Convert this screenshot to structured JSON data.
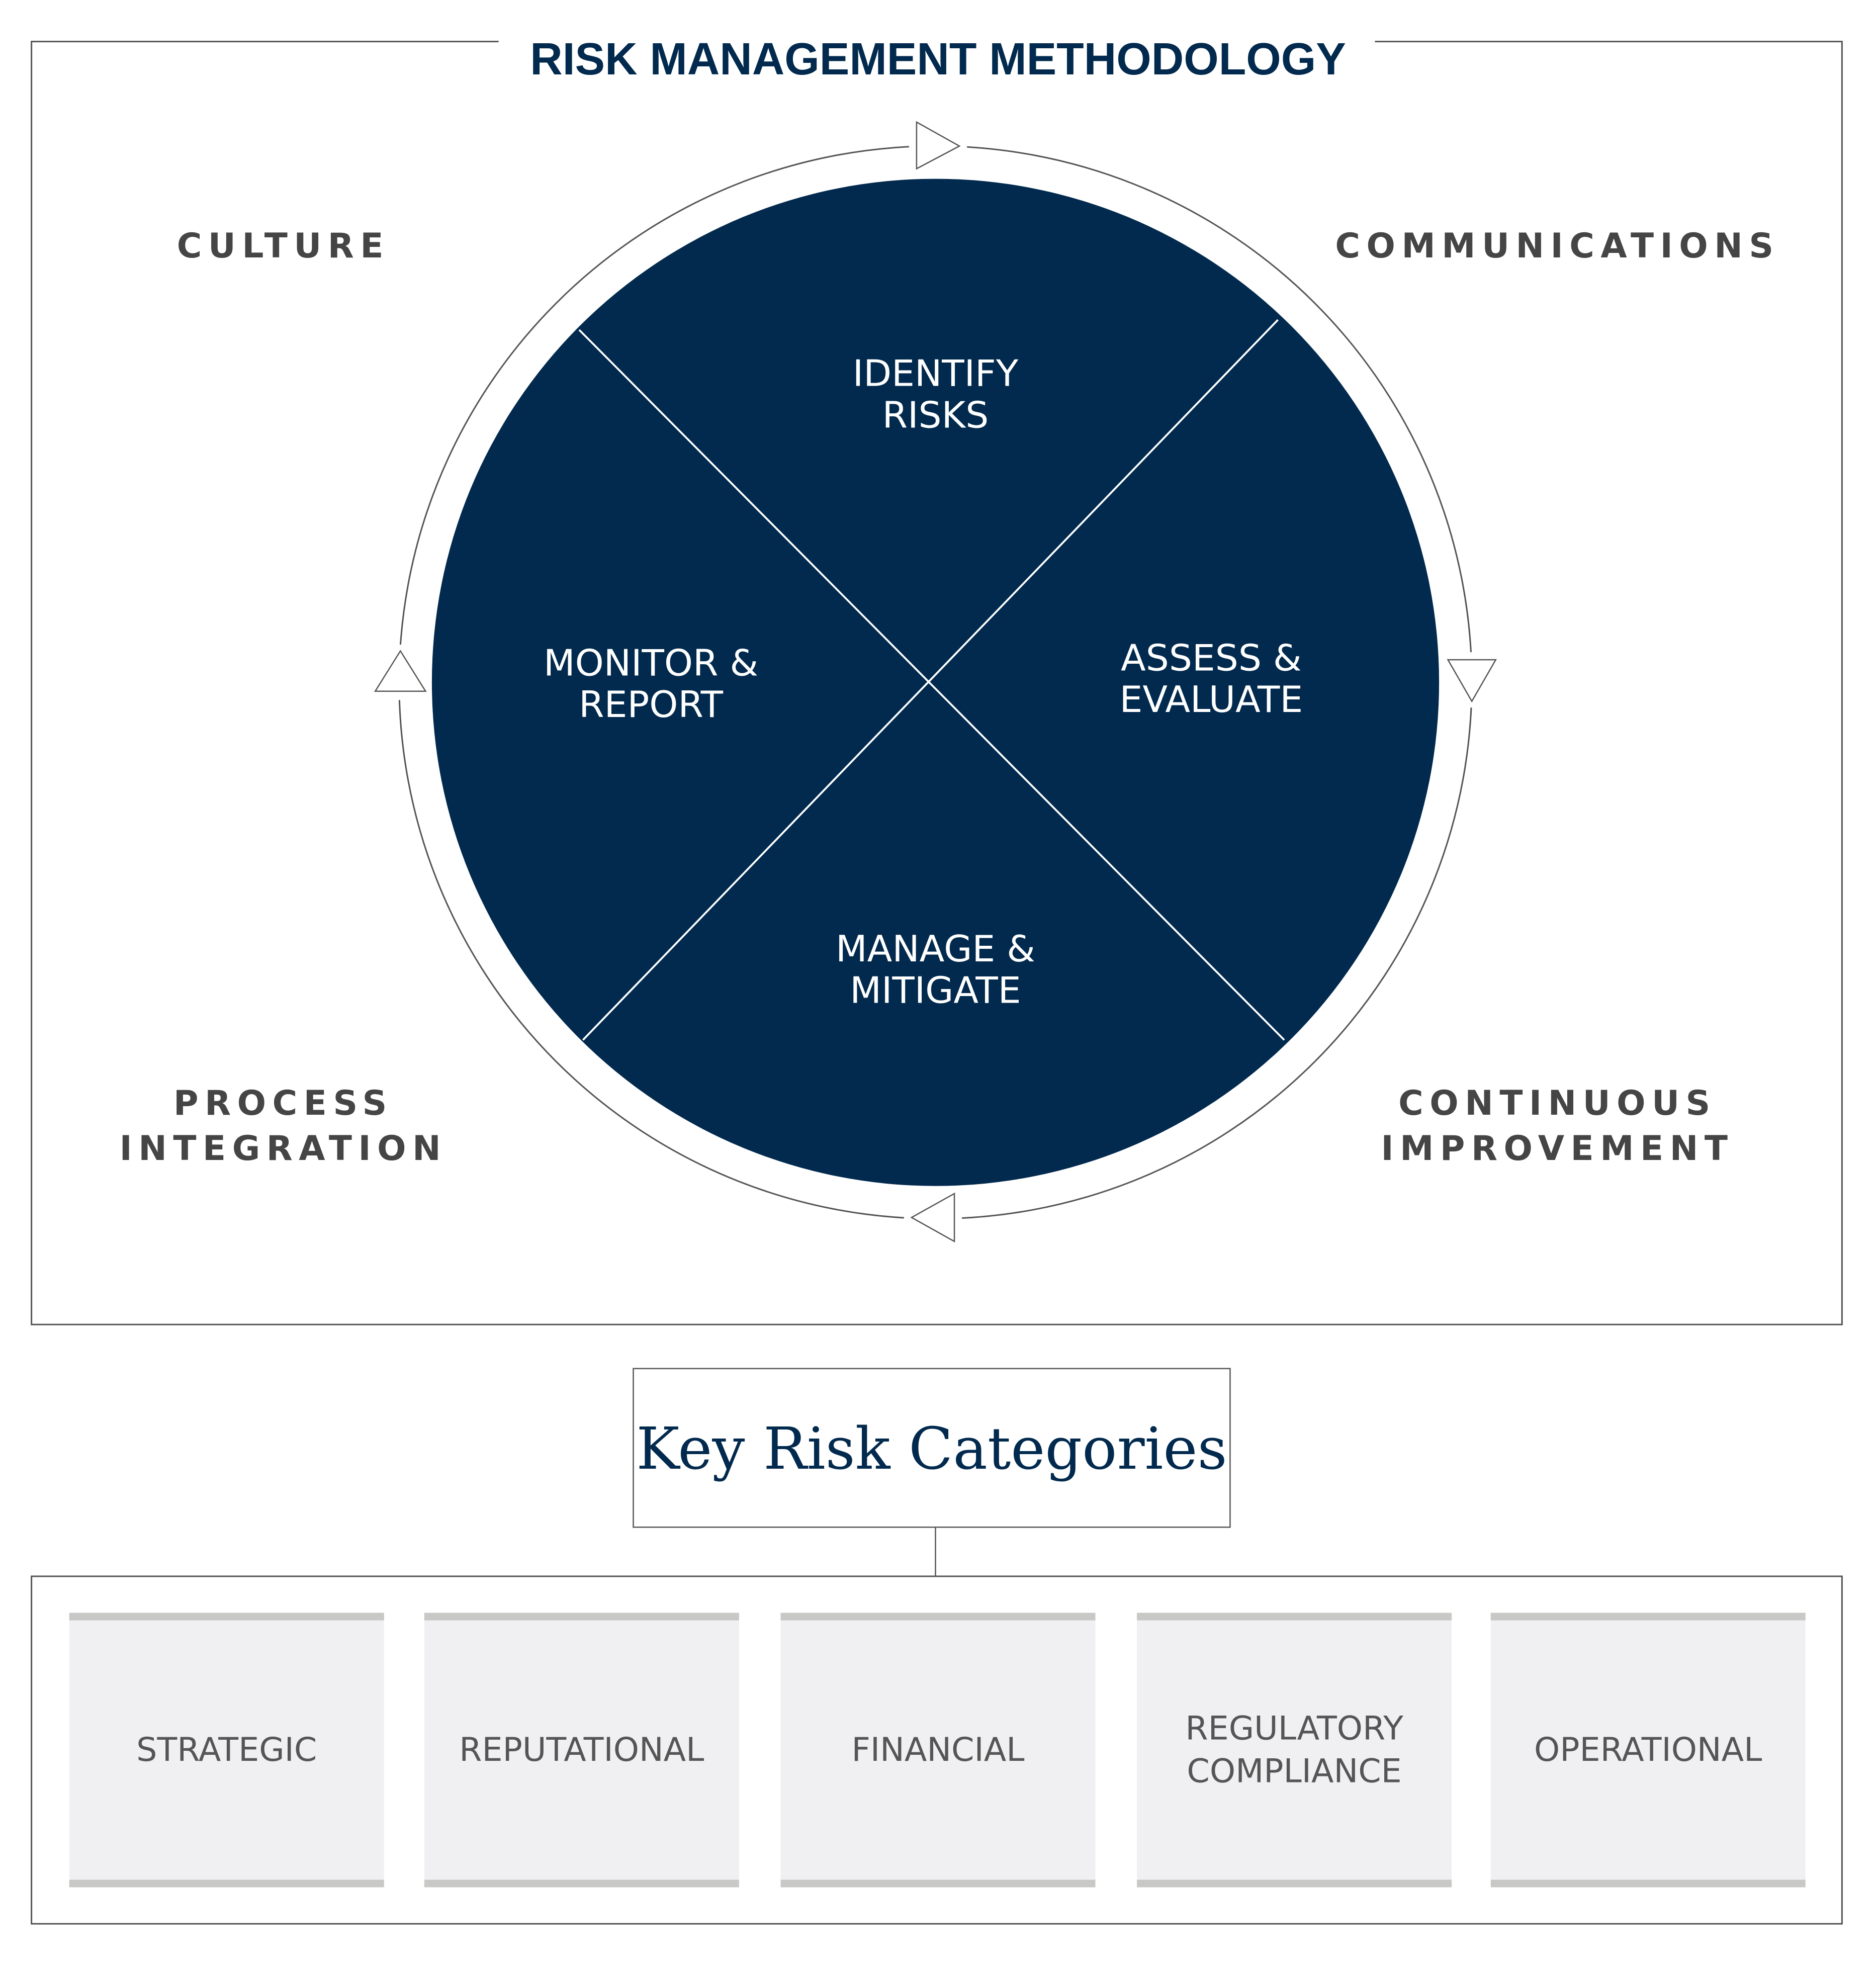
{
  "title": "RISK MANAGEMENT METHODOLOGY",
  "colors": {
    "navy": "#022a4e",
    "gray_text": "#454545",
    "card_fill": "#f0f0f2",
    "card_bar": "#c8c8c6"
  },
  "cycle": {
    "segments": [
      {
        "lines": [
          "IDENTIFY",
          "RISKS"
        ]
      },
      {
        "lines": [
          "ASSESS &",
          "EVALUATE"
        ]
      },
      {
        "lines": [
          "MANAGE &",
          "MITIGATE"
        ]
      },
      {
        "lines": [
          "MONITOR &",
          "REPORT"
        ]
      }
    ]
  },
  "corners": {
    "top_left": [
      "CULTURE"
    ],
    "top_right": [
      "COMMUNICATIONS"
    ],
    "bottom_left": [
      "PROCESS",
      "INTEGRATION"
    ],
    "bottom_right": [
      "CONTINUOUS",
      "IMPROVEMENT"
    ]
  },
  "key_risk_categories": {
    "heading": "Key Risk Categories",
    "items": [
      {
        "lines": [
          "STRATEGIC"
        ]
      },
      {
        "lines": [
          "REPUTATIONAL"
        ]
      },
      {
        "lines": [
          "FINANCIAL"
        ]
      },
      {
        "lines": [
          "REGULATORY",
          "COMPLIANCE"
        ]
      },
      {
        "lines": [
          "OPERATIONAL"
        ]
      }
    ]
  }
}
